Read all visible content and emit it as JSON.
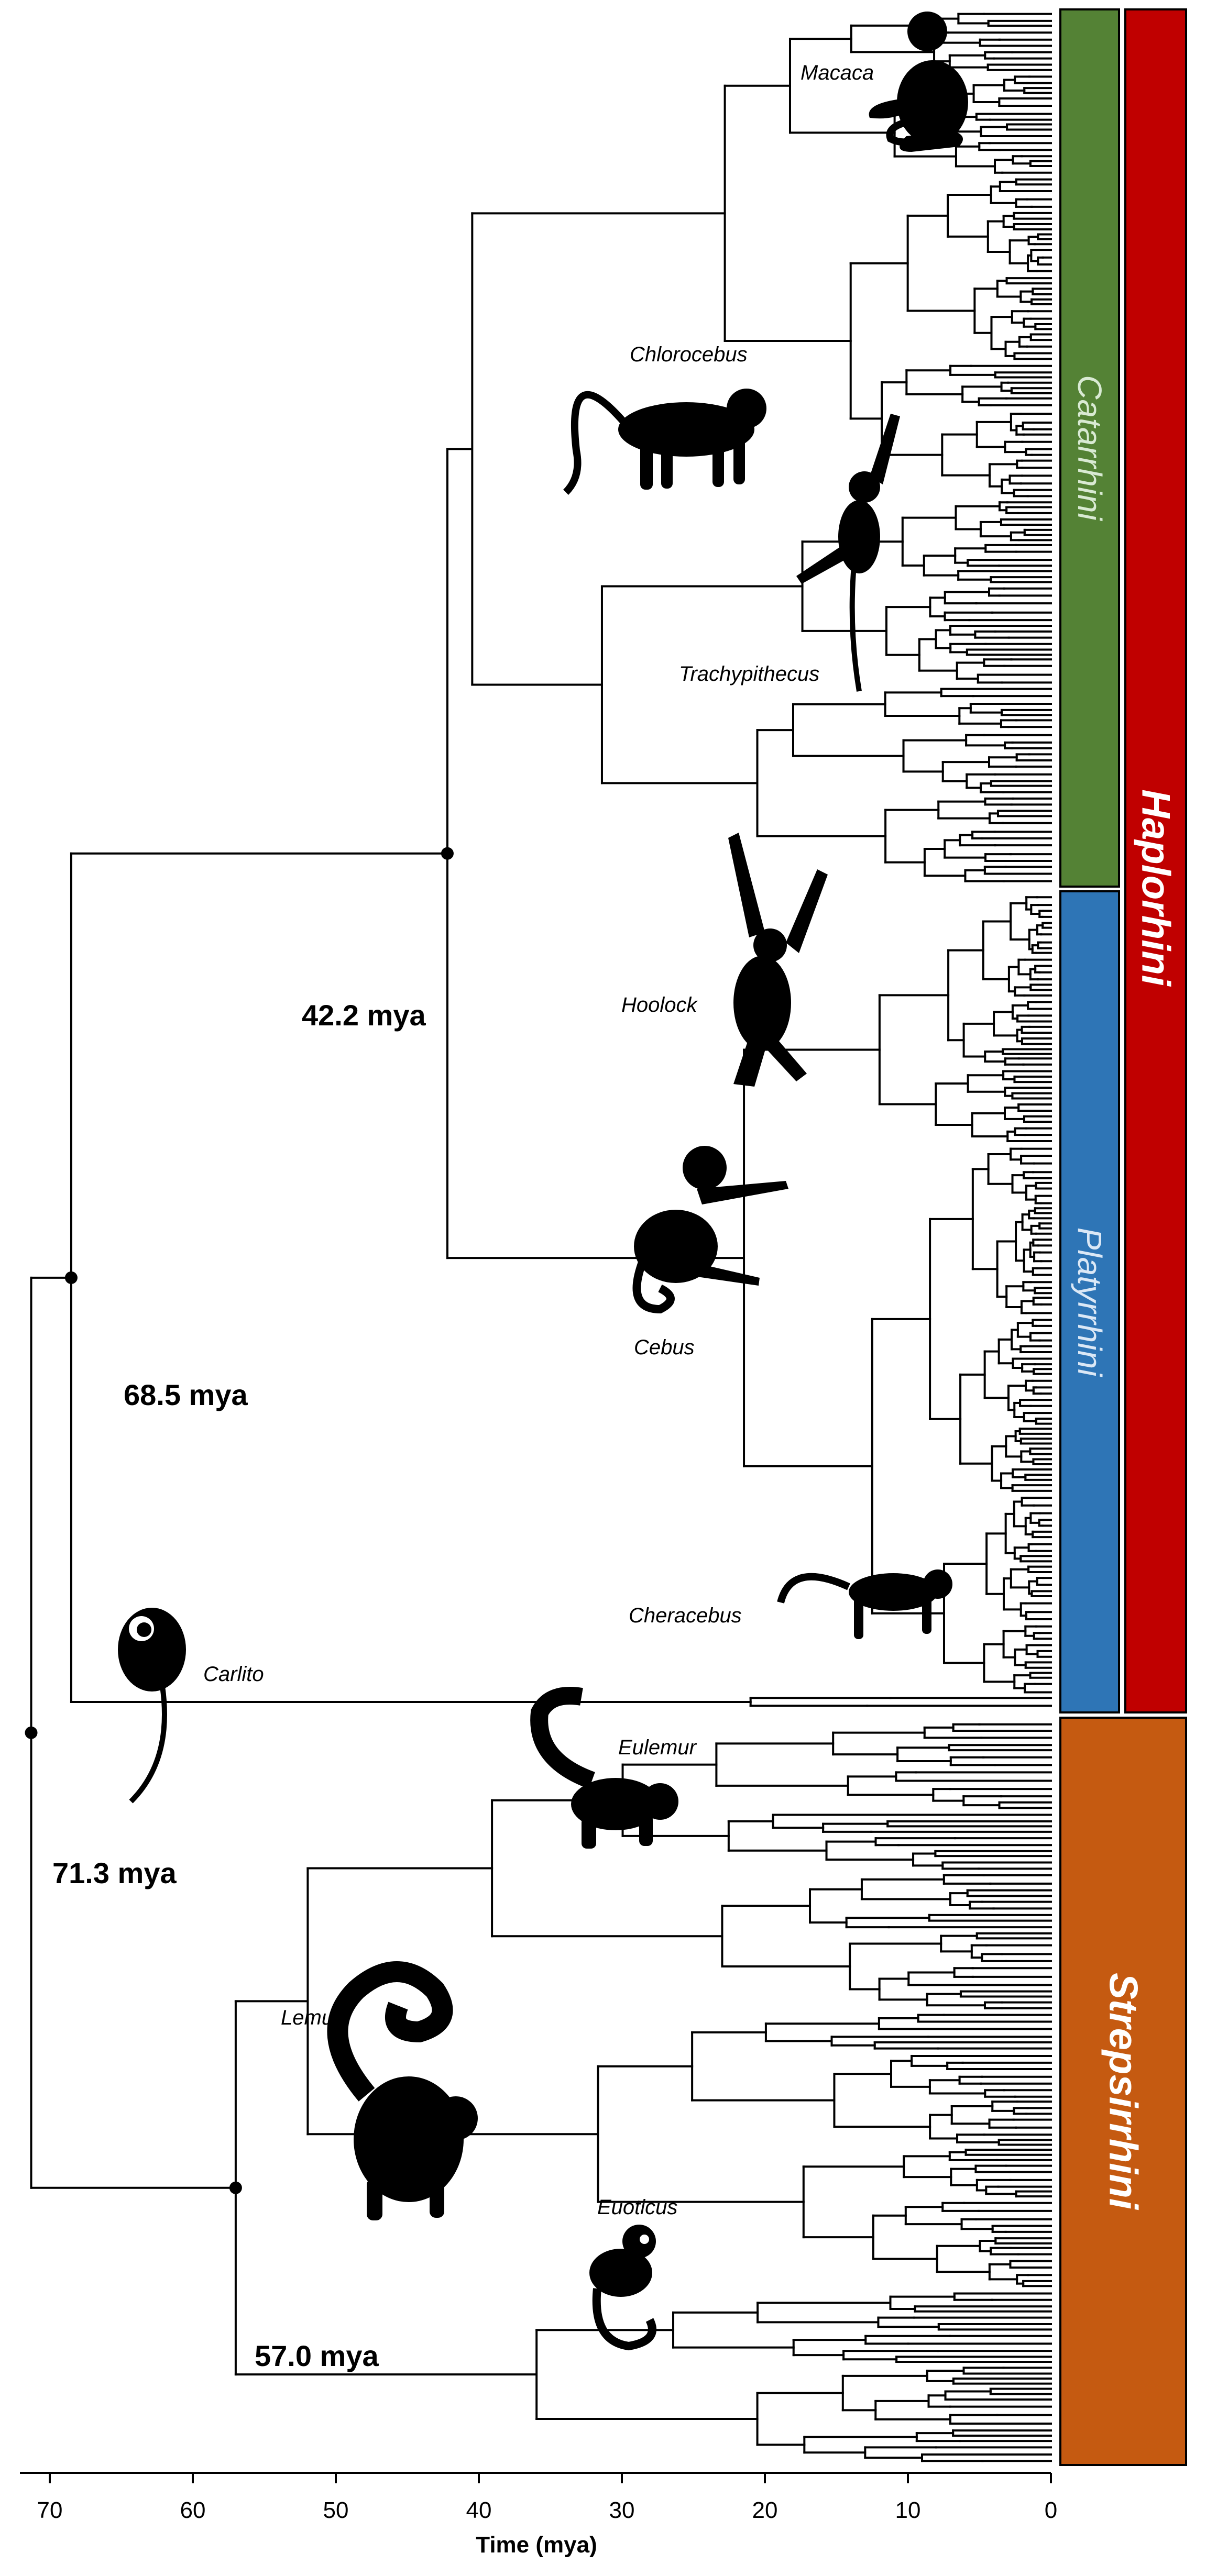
{
  "figure": {
    "x_axis": {
      "label": "Time (mya)",
      "ticks": [
        70,
        60,
        50,
        40,
        30,
        20,
        10,
        0
      ],
      "range": [
        73,
        0
      ]
    },
    "nodes": [
      {
        "id": "root",
        "age": 71.3,
        "label": "71.3 mya"
      },
      {
        "id": "haplorhini",
        "age": 68.5,
        "label": "68.5 mya"
      },
      {
        "id": "anthropoidea",
        "age": 42.2,
        "label": "42.2 mya"
      },
      {
        "id": "strepsirrhini",
        "age": 57.0,
        "label": "57.0 mya"
      }
    ],
    "clades": [
      {
        "id": "catarrhini",
        "name": "Catarrhini",
        "color": "#548235",
        "text_color": "#d9ead3",
        "italic_bold": false
      },
      {
        "id": "platyrrhini",
        "name": "Platyrrhini",
        "color": "#2e75b6",
        "text_color": "#dbe8f6",
        "italic_bold": false
      },
      {
        "id": "strepsirrhini",
        "name": "Strepsirrhini",
        "color": "#c55a11",
        "text_color": "#ffffff",
        "italic_bold": true
      },
      {
        "id": "haplorhini",
        "name": "Haplorhini",
        "color": "#c00000",
        "text_color": "#ffffff",
        "italic_bold": true
      }
    ],
    "genera": [
      {
        "id": "macaca",
        "name": "Macaca",
        "silhouette": "seated-macaque"
      },
      {
        "id": "chlorocebus",
        "name": "Chlorocebus",
        "silhouette": "walking-monkey"
      },
      {
        "id": "trachypithecus",
        "name": "Trachypithecus",
        "silhouette": "hanging-langur"
      },
      {
        "id": "hoolock",
        "name": "Hoolock",
        "silhouette": "gibbon"
      },
      {
        "id": "cebus",
        "name": "Cebus",
        "silhouette": "capuchin"
      },
      {
        "id": "cheracebus",
        "name": "Cheracebus",
        "silhouette": "titi-monkey"
      },
      {
        "id": "carlito",
        "name": "Carlito",
        "silhouette": "tarsier"
      },
      {
        "id": "eulemur",
        "name": "Eulemur",
        "silhouette": "brown-lemur"
      },
      {
        "id": "lemur",
        "name": "Lemur",
        "silhouette": "ring-tailed-lemur"
      },
      {
        "id": "euoticus",
        "name": "Euoticus",
        "silhouette": "galago"
      }
    ],
    "colors": {
      "tree_line": "#000000",
      "background": "#ffffff",
      "silhouette": "#000000"
    }
  }
}
